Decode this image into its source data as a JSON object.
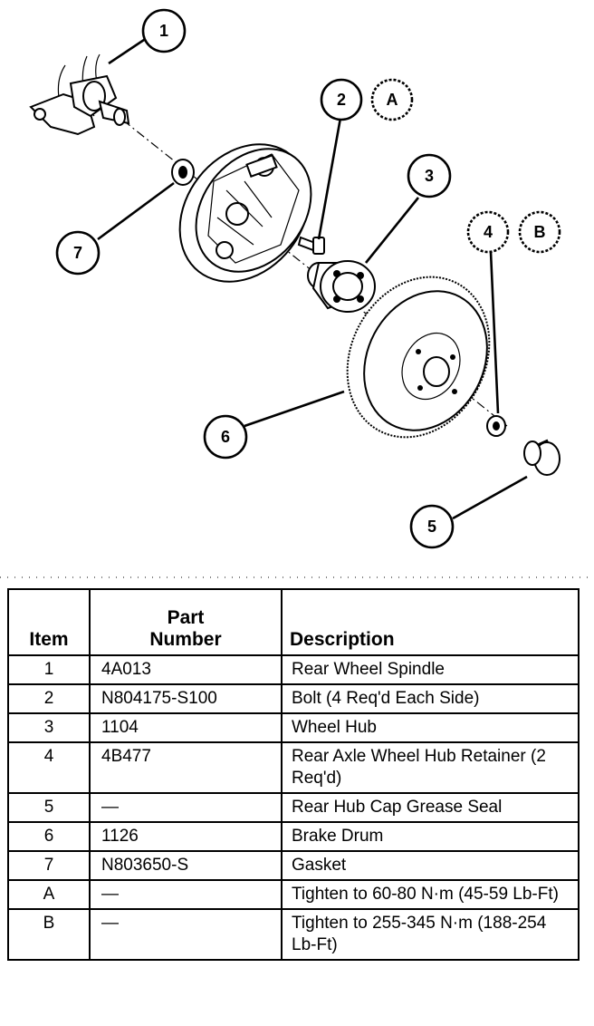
{
  "callouts": [
    {
      "id": "1",
      "label": "1"
    },
    {
      "id": "2",
      "label": "2"
    },
    {
      "id": "A",
      "label": "A"
    },
    {
      "id": "3",
      "label": "3"
    },
    {
      "id": "4",
      "label": "4"
    },
    {
      "id": "B",
      "label": "B"
    },
    {
      "id": "5",
      "label": "5"
    },
    {
      "id": "6",
      "label": "6"
    },
    {
      "id": "7",
      "label": "7"
    }
  ],
  "table": {
    "headers": {
      "item": "Item",
      "part_line1": "Part",
      "part_line2": "Number",
      "description": "Description"
    },
    "rows": [
      {
        "item": "1",
        "part_number": "4A013",
        "description": "Rear Wheel Spindle"
      },
      {
        "item": "2",
        "part_number": "N804175-S100",
        "description": "Bolt (4 Req'd Each Side)"
      },
      {
        "item": "3",
        "part_number": "1104",
        "description": "Wheel Hub"
      },
      {
        "item": "4",
        "part_number": "4B477",
        "description": "Rear Axle Wheel Hub Retainer (2 Req'd)"
      },
      {
        "item": "5",
        "part_number": "—",
        "description": "Rear Hub Cap Grease Seal"
      },
      {
        "item": "6",
        "part_number": "1126",
        "description": "Brake Drum"
      },
      {
        "item": "7",
        "part_number": "N803650-S",
        "description": "Gasket"
      },
      {
        "item": "A",
        "part_number": "—",
        "description": "Tighten to 60-80 N·m (45-59 Lb-Ft)"
      },
      {
        "item": "B",
        "part_number": "—",
        "description": "Tighten to 255-345 N·m (188-254 Lb-Ft)"
      }
    ]
  }
}
